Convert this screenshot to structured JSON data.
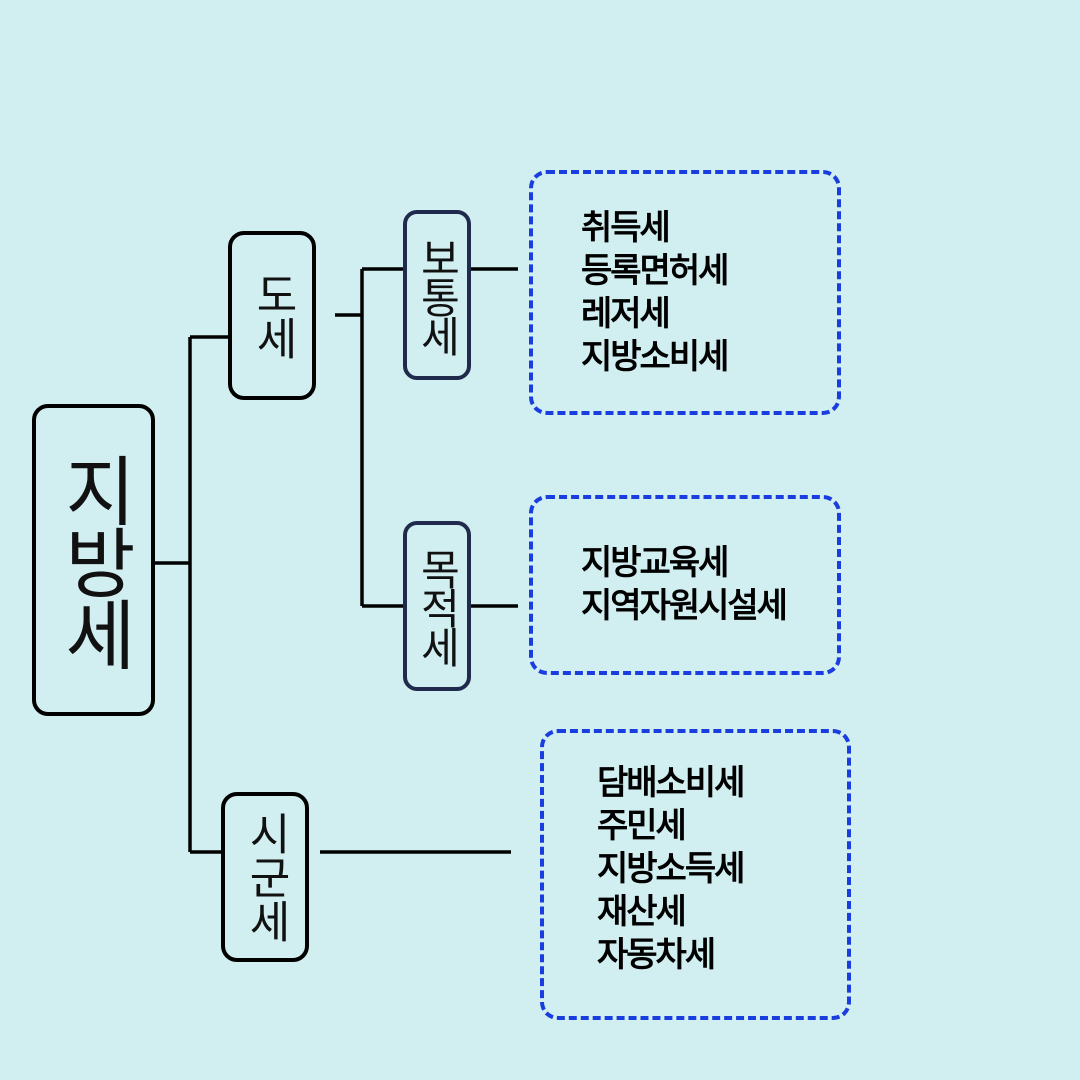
{
  "root": {
    "label": "지방세"
  },
  "branches": [
    {
      "label": "도세",
      "children": [
        {
          "label": "보통세",
          "items": [
            "취득세",
            "등록면허세",
            "레저세",
            "지방소비세"
          ]
        },
        {
          "label": "목적세",
          "items": [
            "지방교육세",
            "지역자원시설세"
          ]
        }
      ]
    },
    {
      "label": "시군세",
      "items": [
        "담배소비세",
        "주민세",
        "지방소득세",
        "재산세",
        "자동차세"
      ]
    }
  ],
  "colors": {
    "background": "#d1eef0",
    "node_border": "#000000",
    "subnode_border": "#1f2a4d",
    "list_border": "#1a3de0"
  }
}
